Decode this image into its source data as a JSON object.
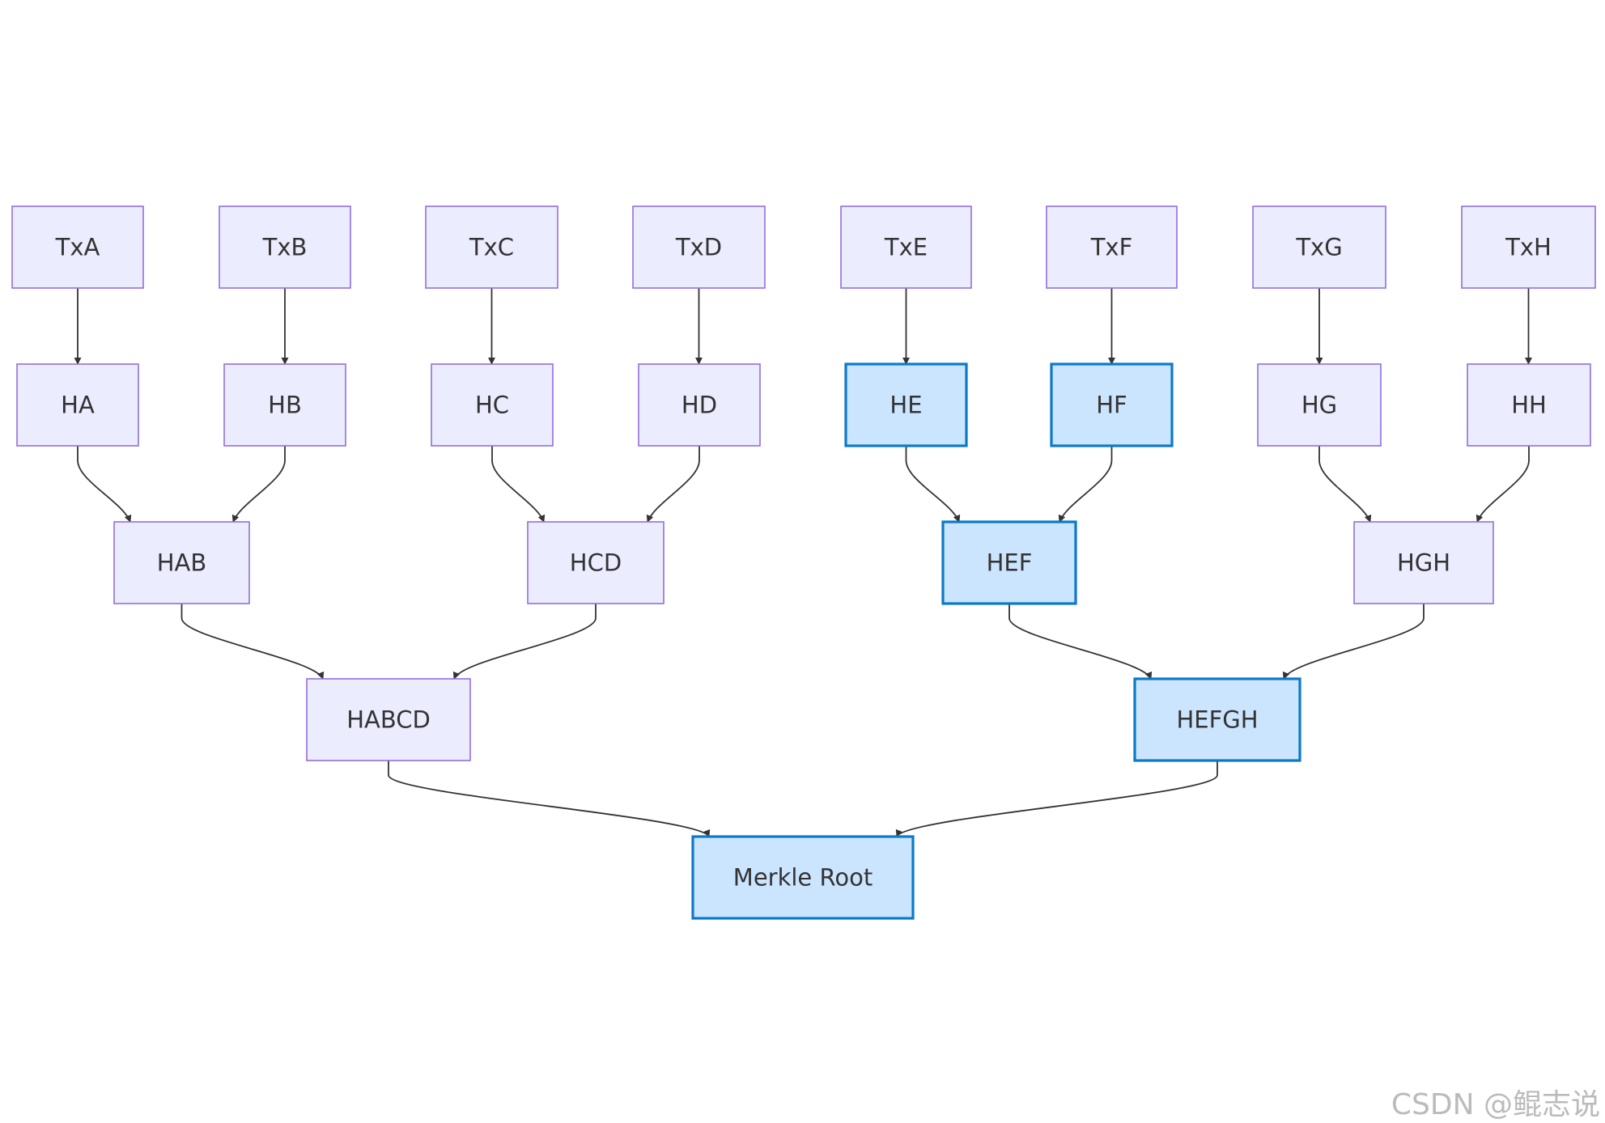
{
  "diagram": {
    "nodes": [
      {
        "id": "TxA",
        "label": "TxA",
        "highlight": false
      },
      {
        "id": "TxB",
        "label": "TxB",
        "highlight": false
      },
      {
        "id": "TxC",
        "label": "TxC",
        "highlight": false
      },
      {
        "id": "TxD",
        "label": "TxD",
        "highlight": false
      },
      {
        "id": "TxE",
        "label": "TxE",
        "highlight": false
      },
      {
        "id": "TxF",
        "label": "TxF",
        "highlight": false
      },
      {
        "id": "TxG",
        "label": "TxG",
        "highlight": false
      },
      {
        "id": "TxH",
        "label": "TxH",
        "highlight": false
      },
      {
        "id": "HA",
        "label": "HA",
        "highlight": false
      },
      {
        "id": "HB",
        "label": "HB",
        "highlight": false
      },
      {
        "id": "HC",
        "label": "HC",
        "highlight": false
      },
      {
        "id": "HD",
        "label": "HD",
        "highlight": false
      },
      {
        "id": "HE",
        "label": "HE",
        "highlight": true
      },
      {
        "id": "HF",
        "label": "HF",
        "highlight": true
      },
      {
        "id": "HG",
        "label": "HG",
        "highlight": false
      },
      {
        "id": "HH",
        "label": "HH",
        "highlight": false
      },
      {
        "id": "HAB",
        "label": "HAB",
        "highlight": false
      },
      {
        "id": "HCD",
        "label": "HCD",
        "highlight": false
      },
      {
        "id": "HEF",
        "label": "HEF",
        "highlight": true
      },
      {
        "id": "HGH",
        "label": "HGH",
        "highlight": false
      },
      {
        "id": "HABCD",
        "label": "HABCD",
        "highlight": false
      },
      {
        "id": "HEFGH",
        "label": "HEFGH",
        "highlight": true
      },
      {
        "id": "MerkleRoot",
        "label": "Merkle Root",
        "highlight": true
      }
    ],
    "edges": [
      {
        "from": "TxA",
        "to": "HA"
      },
      {
        "from": "TxB",
        "to": "HB"
      },
      {
        "from": "TxC",
        "to": "HC"
      },
      {
        "from": "TxD",
        "to": "HD"
      },
      {
        "from": "TxE",
        "to": "HE"
      },
      {
        "from": "TxF",
        "to": "HF"
      },
      {
        "from": "TxG",
        "to": "HG"
      },
      {
        "from": "TxH",
        "to": "HH"
      },
      {
        "from": "HA",
        "to": "HAB"
      },
      {
        "from": "HB",
        "to": "HAB"
      },
      {
        "from": "HC",
        "to": "HCD"
      },
      {
        "from": "HD",
        "to": "HCD"
      },
      {
        "from": "HE",
        "to": "HEF"
      },
      {
        "from": "HF",
        "to": "HEF"
      },
      {
        "from": "HG",
        "to": "HGH"
      },
      {
        "from": "HH",
        "to": "HGH"
      },
      {
        "from": "HAB",
        "to": "HABCD"
      },
      {
        "from": "HCD",
        "to": "HABCD"
      },
      {
        "from": "HEF",
        "to": "HEFGH"
      },
      {
        "from": "HGH",
        "to": "HEFGH"
      },
      {
        "from": "HABCD",
        "to": "MerkleRoot"
      },
      {
        "from": "HEFGH",
        "to": "MerkleRoot"
      }
    ],
    "colors": {
      "node_fill": "#ececff",
      "node_stroke": "#9370db",
      "highlight_fill": "#cce5ff",
      "highlight_stroke": "#0a7ac8",
      "edge": "#333333"
    }
  },
  "watermark": "CSDN @鲲志说"
}
